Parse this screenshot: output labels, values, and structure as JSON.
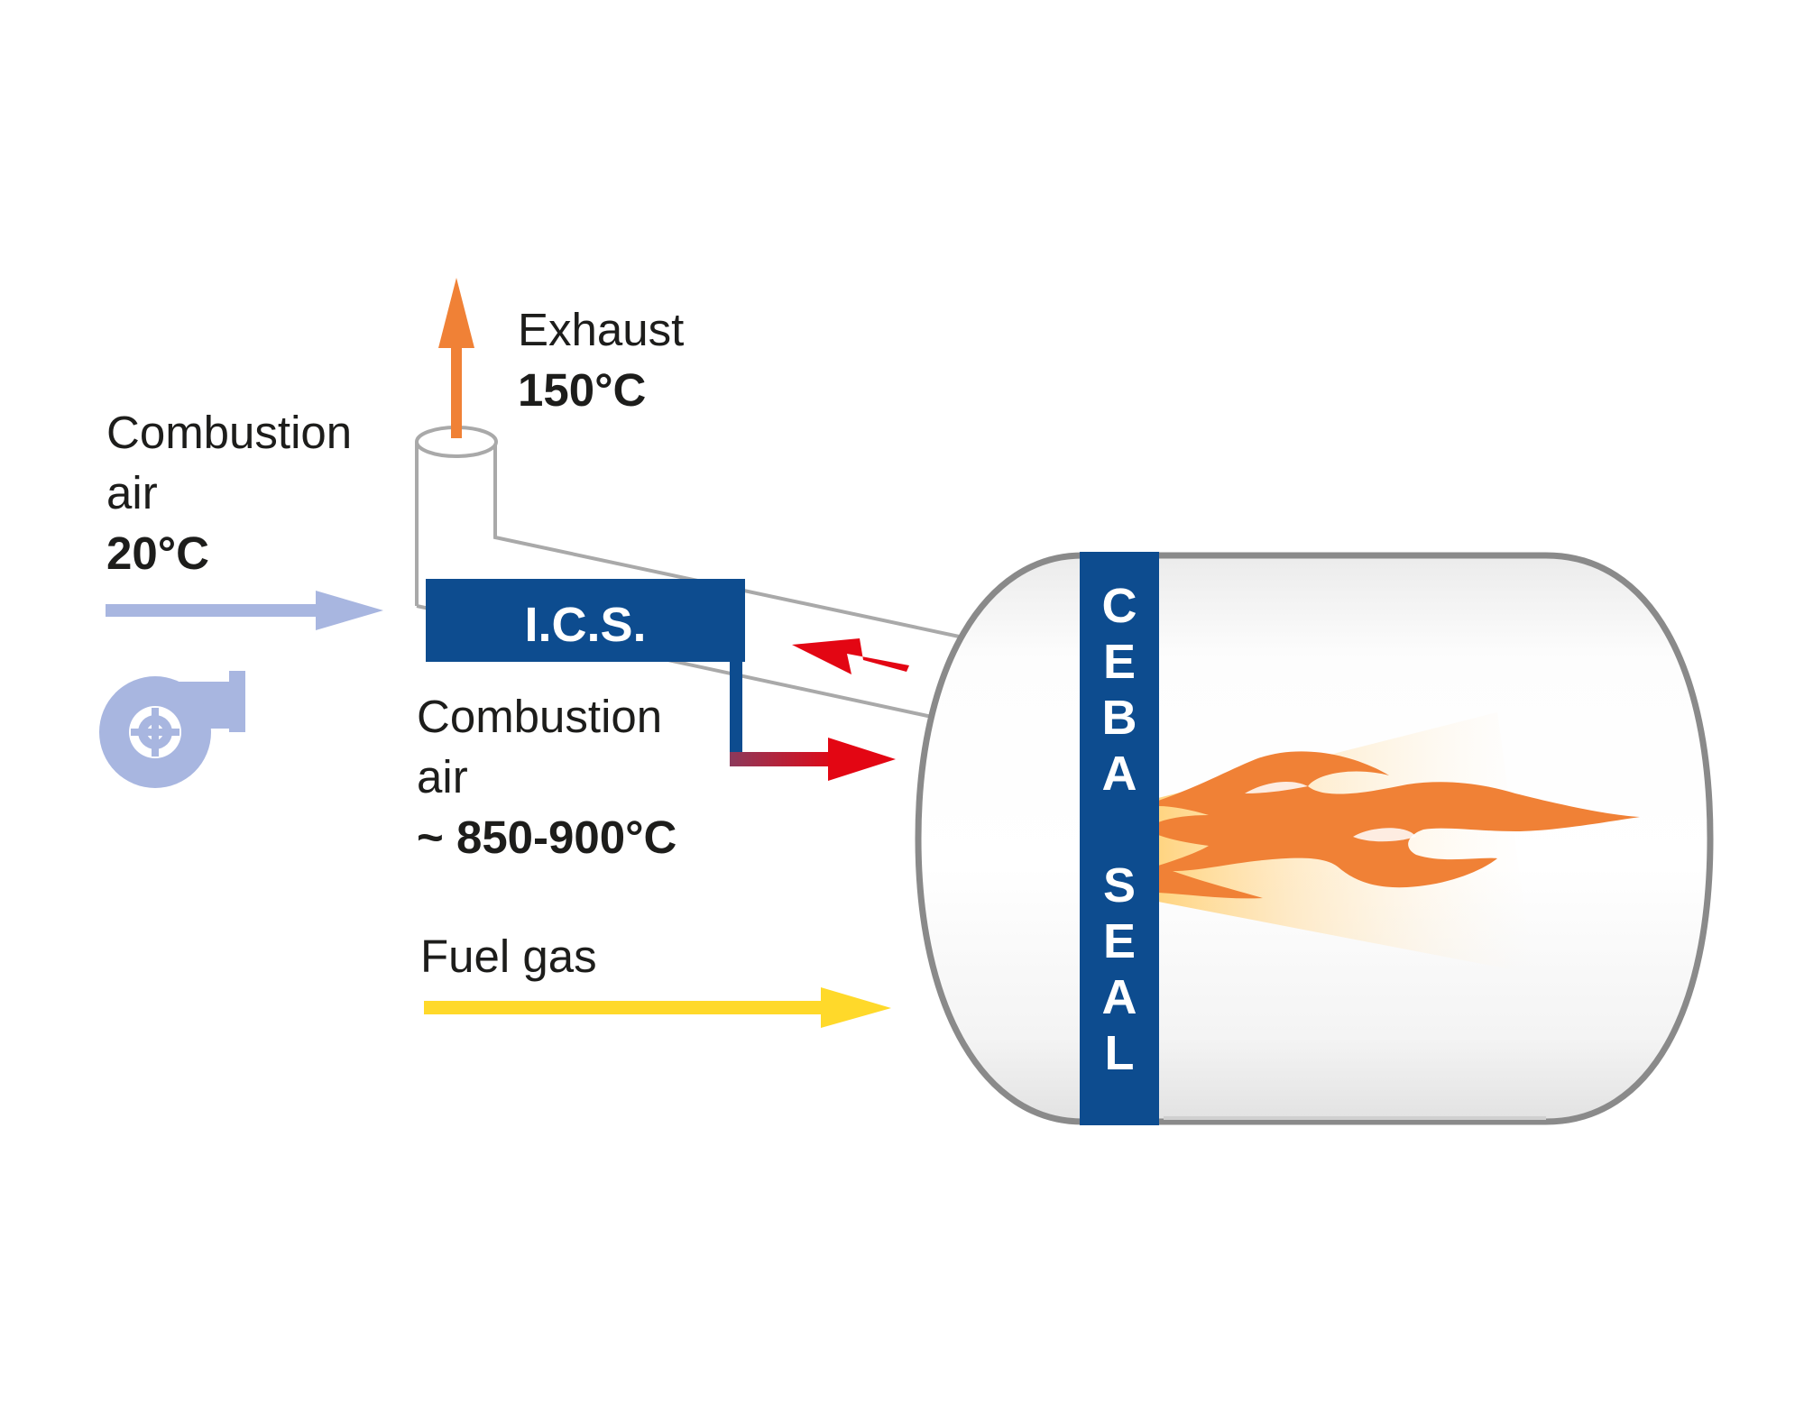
{
  "labels": {
    "exhaust_title": "Exhaust",
    "exhaust_temp": "150°C",
    "inlet_air_line1": "Combustion",
    "inlet_air_line2": "air",
    "inlet_air_temp": "20°C",
    "preheated_air_line1": "Combustion",
    "preheated_air_line2": "air",
    "preheated_air_temp": "~ 850-900°C",
    "fuel_gas": "Fuel gas",
    "ics_box": "I.C.S."
  },
  "seal_band": {
    "letters": [
      "C",
      "E",
      "B",
      "A",
      "",
      "S",
      "E",
      "A",
      "L"
    ]
  },
  "icons": {
    "blower": "fan-blower-icon",
    "flame": "flame-icon"
  },
  "colors": {
    "blue_band": "#0d4c8f",
    "air_arrow": "#a8b6e0",
    "exhaust_arrow": "#f08136",
    "hot_air_arrow": "#e30613",
    "fuel_arrow": "#ffd92a",
    "vessel_outline": "#8a8a8a",
    "duct_outline": "#a9a9a9"
  }
}
